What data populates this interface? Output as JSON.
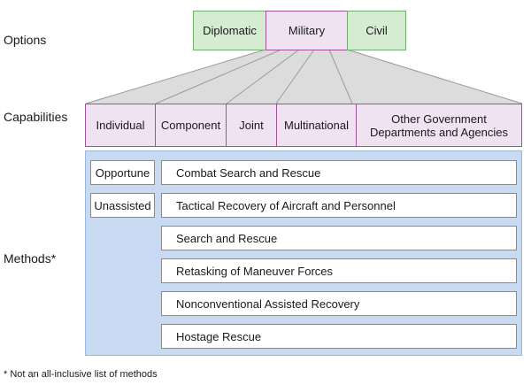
{
  "labels": {
    "options": "Options",
    "capabilities": "Capabilities",
    "methods": "Methods*"
  },
  "options": [
    "Diplomatic",
    "Military",
    "Civil"
  ],
  "capabilities": [
    "Individual",
    "Component",
    "Joint",
    "Multinational",
    "Other Government Departments and Agencies"
  ],
  "method_types": [
    "Opportune",
    "Unassisted"
  ],
  "methods": [
    "Combat Search and Rescue",
    "Tactical Recovery of Aircraft and Personnel",
    "Search and Rescue",
    "Retasking of Maneuver Forces",
    "Nonconventional Assisted Recovery",
    "Hostage Rescue"
  ],
  "footnote": "* Not an all-inclusive list of methods",
  "colors": {
    "options_fill": "#d6ecd2",
    "capabilities_fill": "#efe2f1",
    "methods_background": "#c7daf1",
    "fan_fill": "#dcdcdc"
  }
}
